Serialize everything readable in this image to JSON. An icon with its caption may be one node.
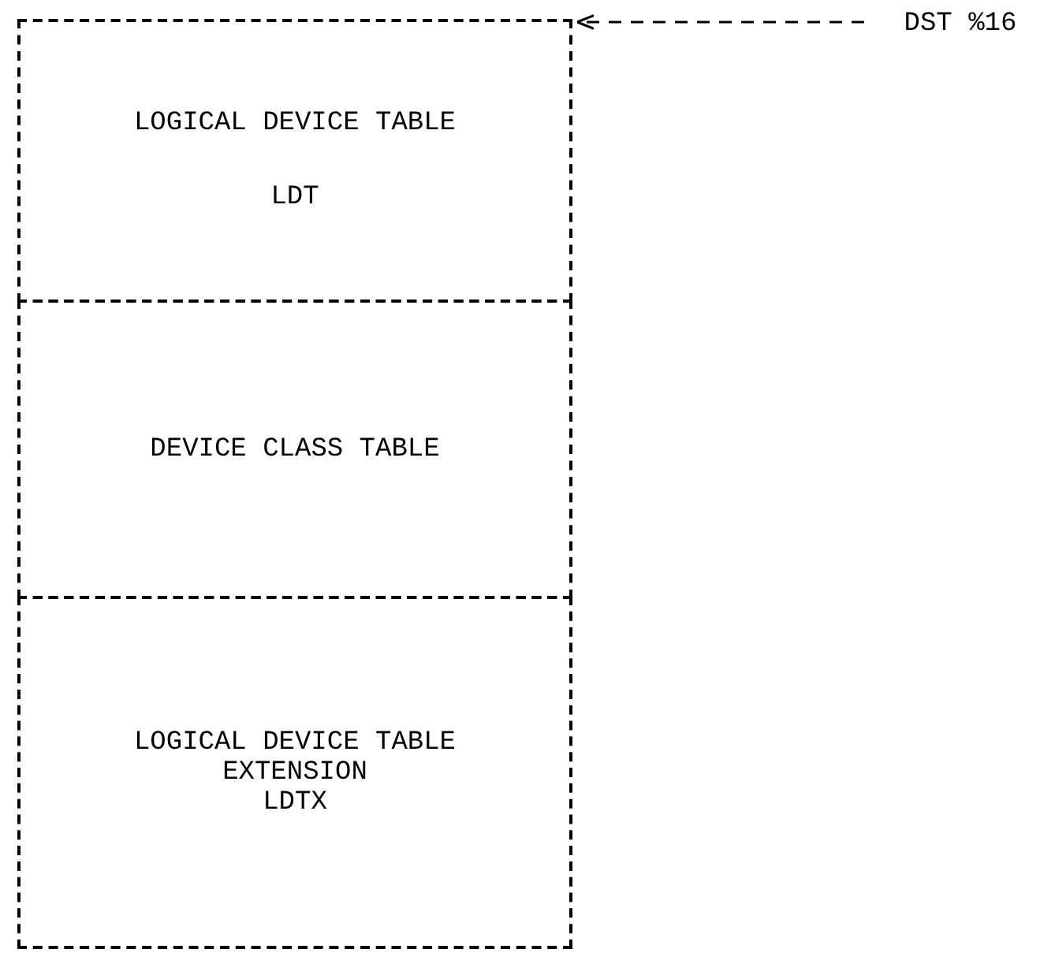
{
  "diagram": {
    "nodes": [
      {
        "text": [
          "LOGICAL DEVICE TABLE",
          "LDT"
        ]
      },
      {
        "text": [
          "DEVICE CLASS TABLE"
        ]
      },
      {
        "text": [
          "LOGICAL DEVICE TABLE EXTENSION",
          "LDTX"
        ]
      },
      {
        "text": [
          "DST %16"
        ]
      }
    ],
    "edges": [
      {
        "from": 3,
        "to": 0,
        "arrow": "to",
        "style": "dashed"
      }
    ]
  }
}
